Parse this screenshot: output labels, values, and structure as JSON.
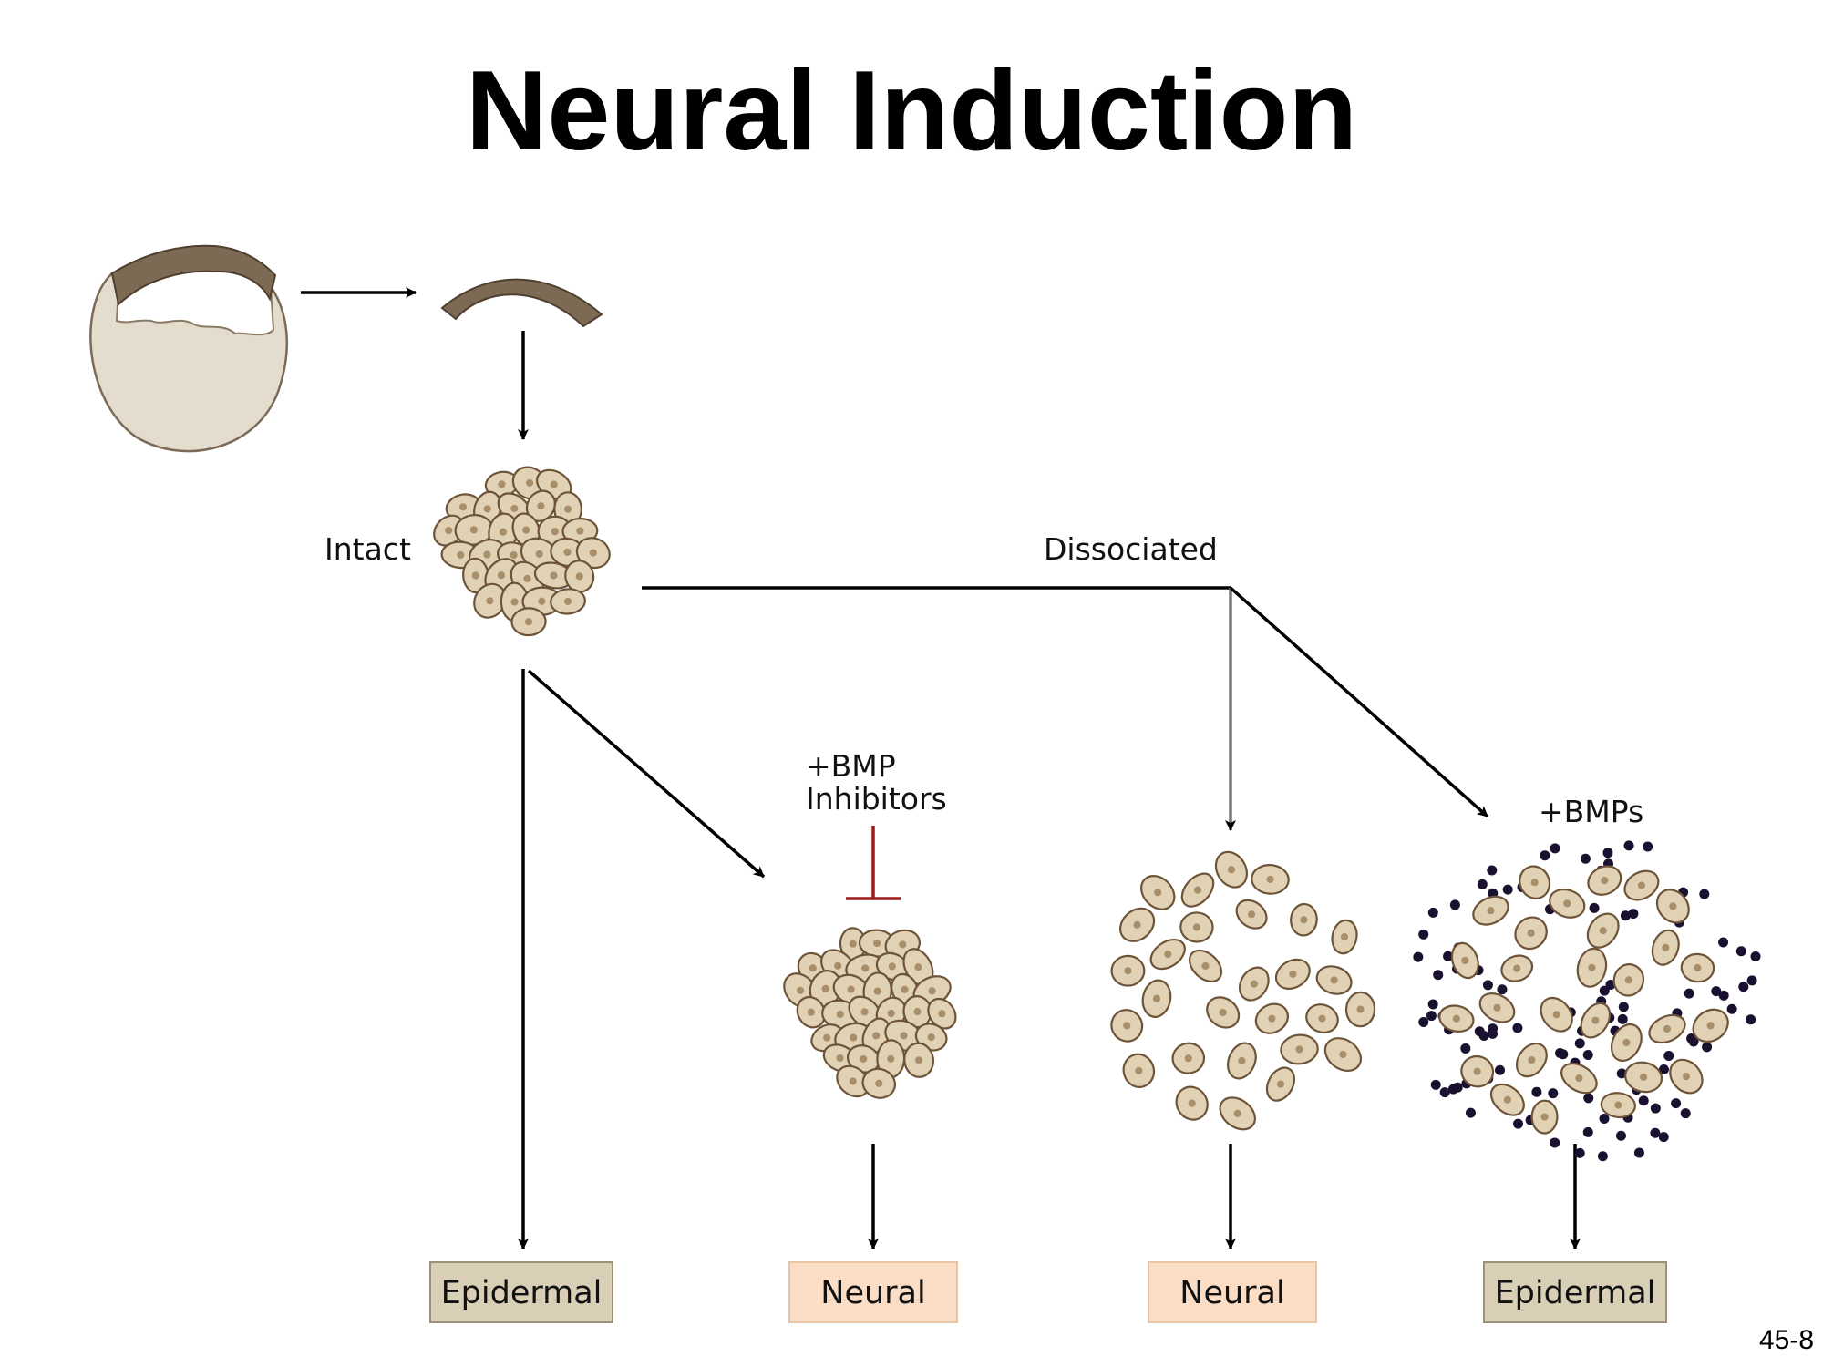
{
  "title": "Neural Induction",
  "slide_number": "45-8",
  "labels": {
    "intact": "Intact",
    "dissociated": "Dissociated",
    "bmp_inhibitors_line1": "+BMP",
    "bmp_inhibitors_line2": "Inhibitors",
    "bmps": "+BMPs"
  },
  "outcomes": [
    {
      "label": "Epidermal",
      "color": "#d8cfb6"
    },
    {
      "label": "Neural",
      "color": "#fbdcc4"
    },
    {
      "label": "Neural",
      "color": "#fbdcc4"
    },
    {
      "label": "Epidermal",
      "color": "#d8cfb6"
    }
  ],
  "colors": {
    "embryo_fill": "#e4dccd",
    "cap_fill": "#7d6a55",
    "cell_fill": "#e1d2b6",
    "cell_stroke": "#6d5438",
    "nucleus": "#a98e6a",
    "arrow": "#000000",
    "inhibitor_bar": "#9b1b1b",
    "bmp_dot": "#1a1130"
  }
}
